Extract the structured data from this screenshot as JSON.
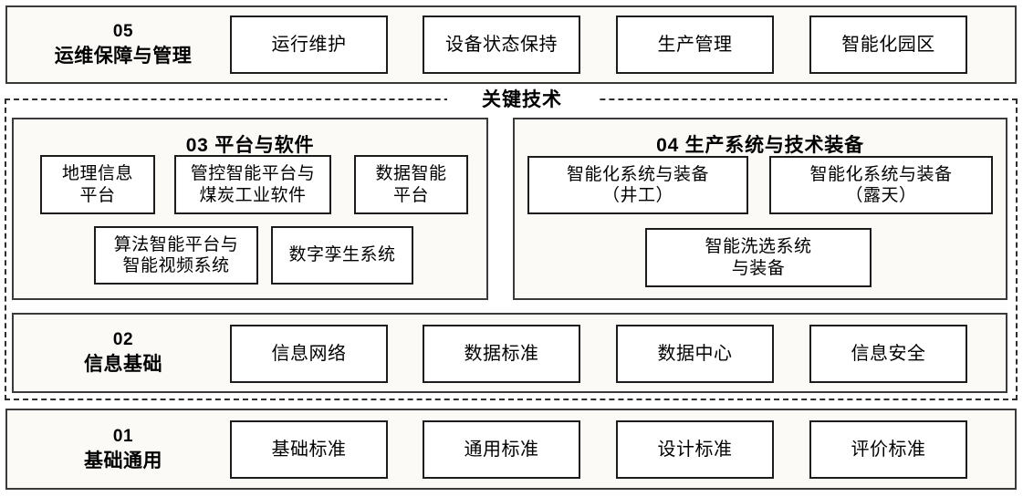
{
  "diagram": {
    "key_technology_label": "关键技术",
    "rows": [
      {
        "id": "05",
        "number": "05",
        "name": "运维保障与管理",
        "items": [
          "运行维护",
          "设备状态保持",
          "生产管理",
          "智能化园区"
        ]
      },
      {
        "id": "02",
        "number": "02",
        "name": "信息基础",
        "items": [
          "信息网络",
          "数据标准",
          "数据中心",
          "信息安全"
        ]
      },
      {
        "id": "01",
        "number": "01",
        "name": "基础通用",
        "items": [
          "基础标准",
          "通用标准",
          "设计标准",
          "评价标准"
        ]
      }
    ],
    "panels": [
      {
        "id": "03",
        "title": "03 平台与软件",
        "items": [
          "地理信息\n平台",
          "管控智能平台与\n煤炭工业软件",
          "数据智能\n平台",
          "算法智能平台与\n智能视频系统",
          "数字孪生系统"
        ]
      },
      {
        "id": "04",
        "title": "04 生产系统与技术装备",
        "items": [
          "智能化系统与装备\n（井工）",
          "智能化系统与装备\n（露天）",
          "智能洗选系统\n与装备"
        ]
      }
    ],
    "colors": {
      "band_border": "#3a3a3a",
      "cell_border": "#1c1c1c",
      "band_fill": "#fbfaf7",
      "cell_fill": "#ffffff",
      "dashed_border": "#2e2e2e"
    }
  }
}
